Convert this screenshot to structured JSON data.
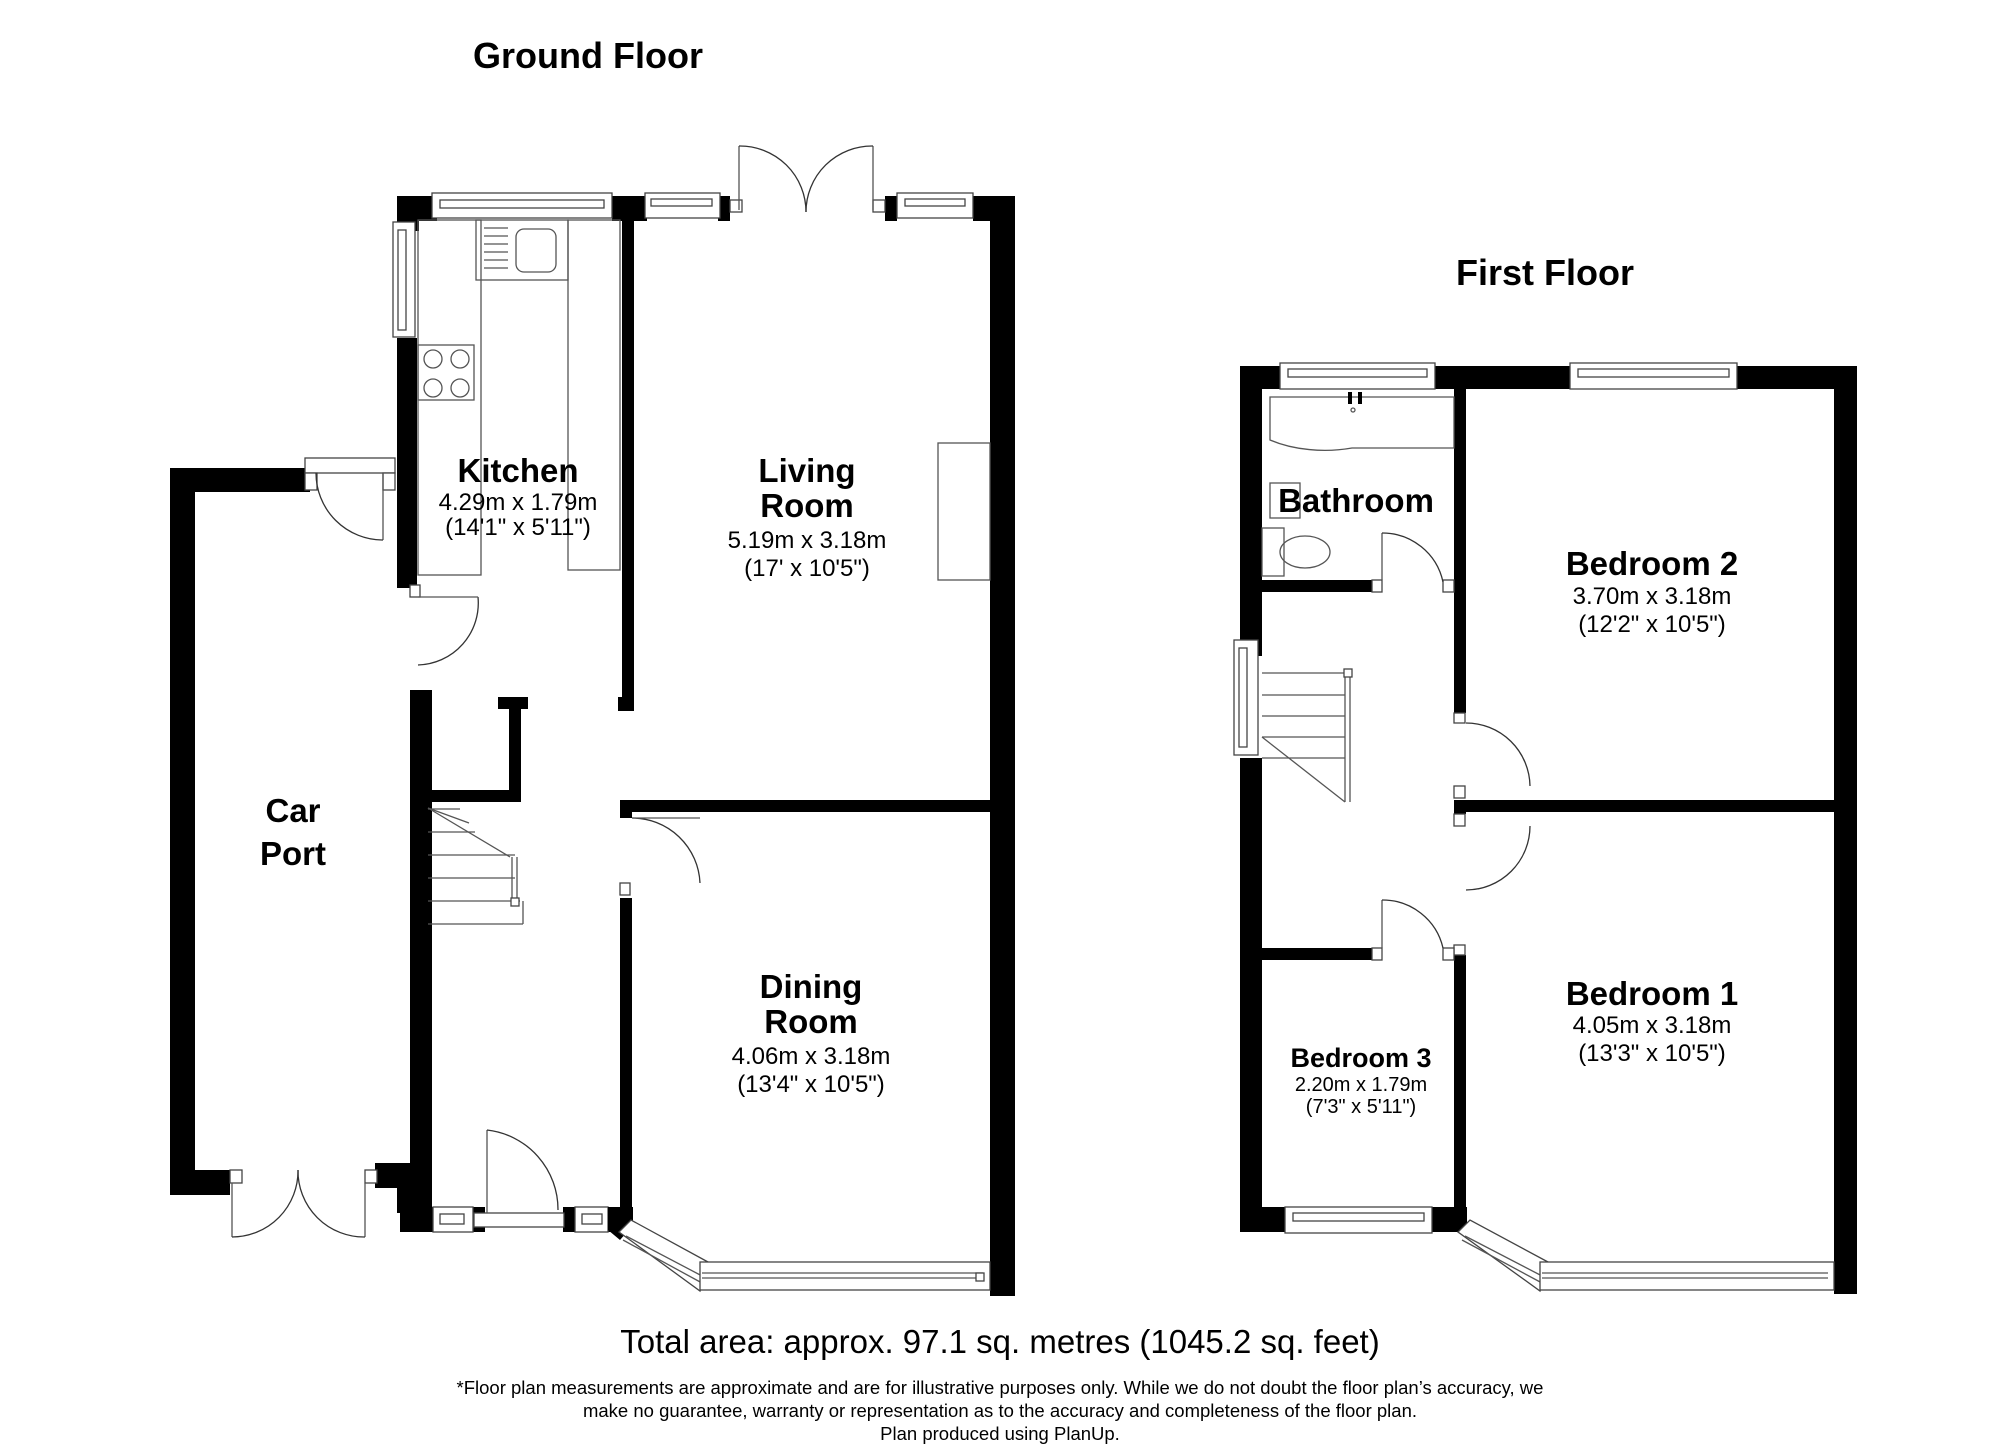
{
  "floors": {
    "ground": {
      "title": "Ground Floor",
      "rooms": {
        "kitchen": {
          "name": "Kitchen",
          "dim_m": "4.29m x 1.79m",
          "dim_ft": "(14'1\" x 5'11\")"
        },
        "living": {
          "name_line1": "Living",
          "name_line2": "Room",
          "dim_m": "5.19m x 3.18m",
          "dim_ft": "(17' x 10'5\")"
        },
        "dining": {
          "name_line1": "Dining",
          "name_line2": "Room",
          "dim_m": "4.06m x 3.18m",
          "dim_ft": "(13'4\" x 10'5\")"
        },
        "carport": {
          "name_line1": "Car",
          "name_line2": "Port"
        }
      }
    },
    "first": {
      "title": "First Floor",
      "rooms": {
        "bathroom": {
          "name": "Bathroom"
        },
        "bedroom2": {
          "name": "Bedroom 2",
          "dim_m": "3.70m x 3.18m",
          "dim_ft": "(12'2\" x 10'5\")"
        },
        "bedroom1": {
          "name": "Bedroom 1",
          "dim_m": "4.05m x 3.18m",
          "dim_ft": "(13'3\" x 10'5\")"
        },
        "bedroom3": {
          "name": "Bedroom 3",
          "dim_m": "2.20m x 1.79m",
          "dim_ft": "(7'3\" x 5'11\")"
        }
      }
    }
  },
  "footer": {
    "total_area": "Total area: approx. 97.1 sq. metres (1045.2 sq. feet)",
    "disclaimer_line1": "*Floor plan measurements are approximate and are for illustrative purposes only. While we do not doubt the floor plan’s accuracy, we",
    "disclaimer_line2": "make no guarantee, warranty or representation as to the accuracy and completeness of the floor plan.",
    "disclaimer_line3": "Plan produced using PlanUp."
  },
  "colors": {
    "wall": "#000000",
    "fixture_line": "#555555",
    "background": "#ffffff"
  }
}
